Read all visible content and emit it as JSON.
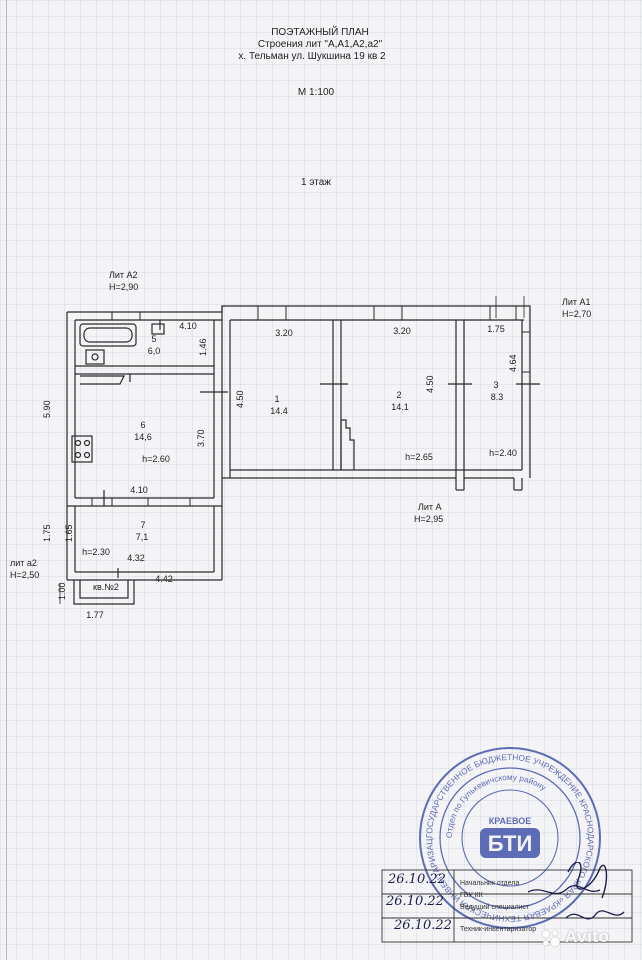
{
  "header": {
    "title": "ПОЭТАЖНЫЙ ПЛАН",
    "subtitle": "Строения лит \"А,А1,А2,а2\"",
    "address": "х. Тельман ул. Шукшина 19  кв 2",
    "scale": "М 1:100",
    "floor": "1 этаж"
  },
  "lit_labels": {
    "a2_name": "Лит А2",
    "a2_height": "H=2,90",
    "a1_name": "Лит А1",
    "a1_height": "H=2,70",
    "a_name": "Лит А",
    "a_height": "H=2,95",
    "a2s_name": "лит а2",
    "a2s_height": "H=2,50"
  },
  "rooms": {
    "r1_num": "1",
    "r1_area": "14.4",
    "r2_num": "2",
    "r2_area": "14.1",
    "r2_h": "h=2.65",
    "r3_num": "3",
    "r3_area": "8.3",
    "r3_h": "h=2.40",
    "r5_num": "5",
    "r5_area": "6,0",
    "r6_num": "6",
    "r6_area": "14,6",
    "r6_h": "h=2.60",
    "r7_num": "7",
    "r7_area": "7,1",
    "r7_h": "h=2.30",
    "kv": "кв.№2"
  },
  "dims": {
    "d320a": "3.20",
    "d320b": "3.20",
    "d175top": "1.75",
    "d410top": "4.10",
    "d146": "1.46",
    "d590": "5.90",
    "d450a": "4.50",
    "d370": "3.70",
    "d450b": "4.50",
    "d464": "4.64",
    "d410mid": "4.10",
    "d175left": "1.75",
    "d165": "1.65",
    "d432": "4.32",
    "d442": "4.42",
    "d100": "1.00",
    "d177": "1.77"
  },
  "stamp": {
    "ring_text": "ГОСУДАРСТВЕННОЕ БЮДЖЕТНОЕ УЧРЕЖДЕНИЕ КРАСНОДАРСКОГО КРАЯ «КРАЕВАЯ ТЕХНИЧЕСКАЯ ИНВЕНТАРИЗАЦИЯ — КРАЕВОЕ БТИ»",
    "inner_text": "Отдел по Гулькевичскому району",
    "center_top": "КРАЕВОЕ",
    "center_logo": "БТИ"
  },
  "signoff": {
    "date1": "26.10.22",
    "role1": "Начальник отдела",
    "date2": "26.10.22",
    "role2a": "ГБУ КК",
    "role2b": "Ведущий специалист",
    "date3": "26.10.22",
    "role3": "Техник-инвентаризатор"
  },
  "watermark": "Avito"
}
